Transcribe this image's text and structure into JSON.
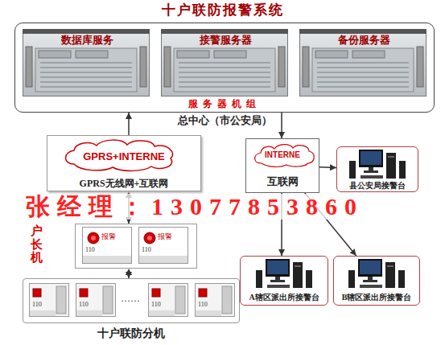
{
  "diagram": {
    "title": "十户联防报警系统",
    "nodes": [
      {
        "text": [
          "服务器机组",
          "总中心（市公安局）"
        ]
      },
      {
        "text": [
          "数据库服务"
        ],
        "in": 0
      },
      {
        "text": [
          "接警服务器"
        ],
        "in": 0
      },
      {
        "text": [
          "备份服务器"
        ],
        "in": 0
      },
      {
        "text": [
          "GPRS+INTERNE",
          "GPRS无线网+互联网"
        ]
      },
      {
        "text": [
          "INTERNE",
          "互联网"
        ]
      },
      {
        "text": [
          "县公安局接警台"
        ]
      },
      {
        "text": [
          "户长机"
        ]
      },
      {
        "text": [
          "A辖区派出所接警台"
        ]
      },
      {
        "text": [
          "B辖区派出所接警台"
        ]
      },
      {
        "text": [
          "十户联防分机"
        ]
      }
    ],
    "edges": [
      {
        "from": 4,
        "to": 0,
        "arrow": "to"
      },
      {
        "from": 0,
        "to": 5,
        "arrow": "to"
      },
      {
        "from": 5,
        "to": 6,
        "arrow": "to"
      },
      {
        "from": 5,
        "to": 8,
        "arrow": "to"
      },
      {
        "from": 5,
        "to": 9,
        "arrow": "to"
      },
      {
        "from": 7,
        "to": 4,
        "arrow": "both"
      },
      {
        "from": 10,
        "to": 7,
        "arrow": "both"
      }
    ],
    "labels": [
      "张经理：13077853860",
      "报警",
      "110",
      "报警",
      "110",
      "110",
      "110",
      "……",
      "110",
      "110"
    ]
  }
}
